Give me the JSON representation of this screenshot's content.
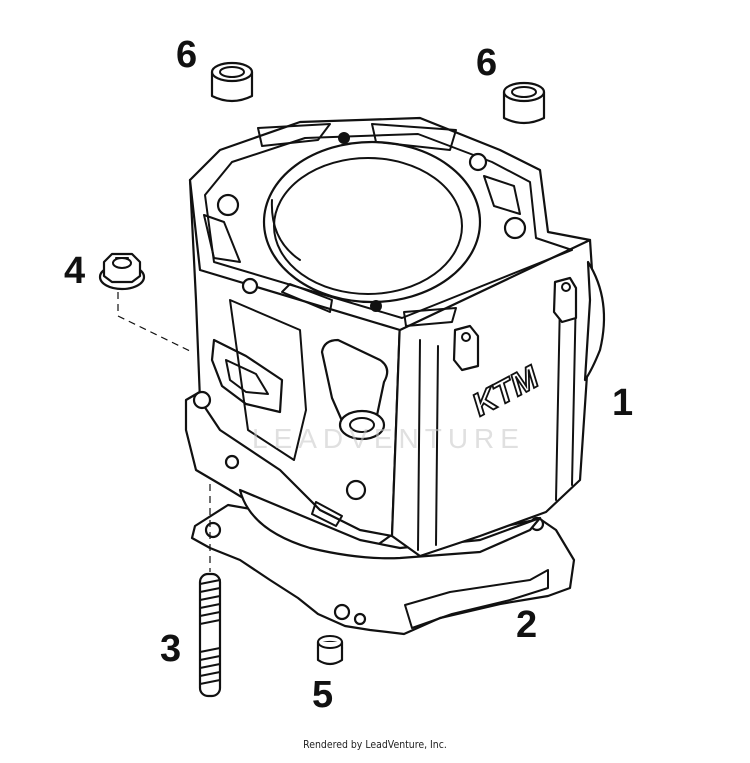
{
  "diagram": {
    "callouts": {
      "cylinder": "1",
      "gasket": "2",
      "stud": "3",
      "nut": "4",
      "dowel": "5",
      "sleeve_left": "6",
      "sleeve_right": "6"
    },
    "logo_text": "KTM",
    "watermark": "LEADVENTURE",
    "credit": "Rendered by LeadVenture, Inc."
  }
}
